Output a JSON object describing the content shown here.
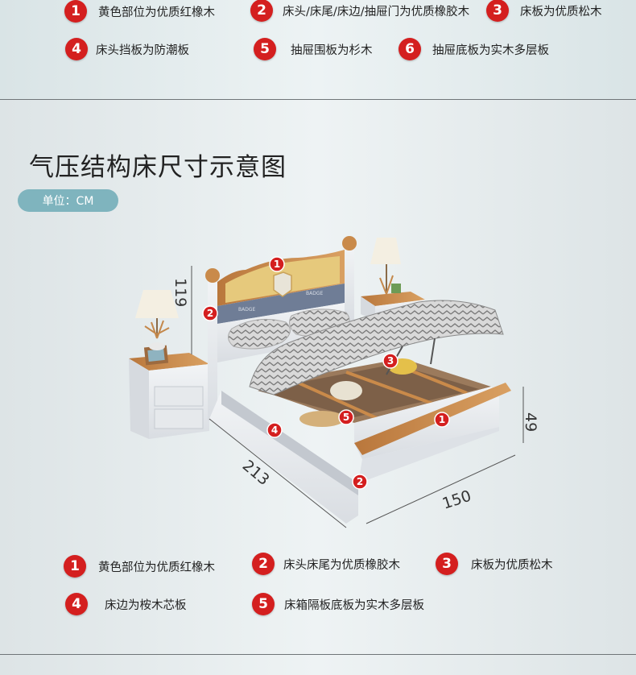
{
  "top_legend": [
    {
      "num": "1",
      "text": "黄色部位为优质红橡木"
    },
    {
      "num": "2",
      "text": "床头/床尾/床边/抽屉门为优质橡胶木"
    },
    {
      "num": "3",
      "text": "床板为优质松木"
    },
    {
      "num": "4",
      "text": "床头挡板为防潮板"
    },
    {
      "num": "5",
      "text": "抽屉围板为杉木"
    },
    {
      "num": "6",
      "text": "抽屉底板为实木多层板"
    }
  ],
  "section": {
    "title": "气压结构床尺寸示意图",
    "unit": "单位：CM"
  },
  "dimensions": {
    "height": "119",
    "depth": "213",
    "width": "150",
    "footboard": "49"
  },
  "bed_markers": [
    "1",
    "2",
    "3",
    "4",
    "5",
    "1",
    "2"
  ],
  "headboard_badges": [
    "BADGE",
    "BADGE"
  ],
  "bottom_legend": [
    {
      "num": "1",
      "text": "黄色部位为优质红橡木"
    },
    {
      "num": "2",
      "text": "床头床尾为优质橡胶木"
    },
    {
      "num": "3",
      "text": "床板为优质松木"
    },
    {
      "num": "4",
      "text": "床边为桉木芯板"
    },
    {
      "num": "5",
      "text": "床箱隔板底板为实木多层板"
    }
  ],
  "colors": {
    "marker_red": "#d41f1f",
    "unit_badge": "#7fb4be",
    "oak": "#c98a4a",
    "white_wood": "#e9ecef",
    "navy_panel": "#6f7d96"
  }
}
